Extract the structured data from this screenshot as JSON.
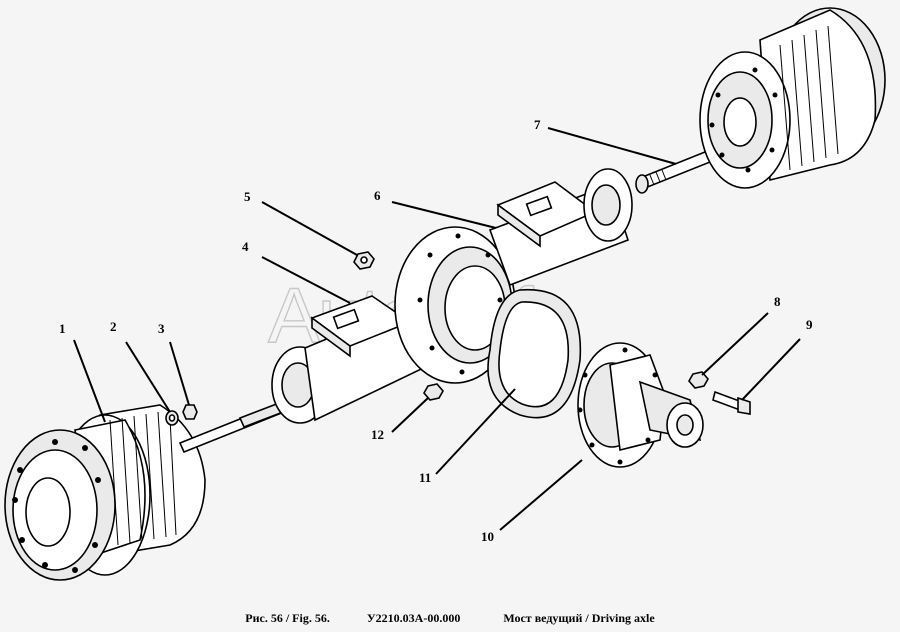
{
  "watermark": "AutoSoft",
  "callouts": [
    {
      "id": "1",
      "label": "1"
    },
    {
      "id": "2",
      "label": "2"
    },
    {
      "id": "3",
      "label": "3"
    },
    {
      "id": "4",
      "label": "4"
    },
    {
      "id": "5",
      "label": "5"
    },
    {
      "id": "6",
      "label": "6"
    },
    {
      "id": "7",
      "label": "7"
    },
    {
      "id": "8",
      "label": "8"
    },
    {
      "id": "9",
      "label": "9"
    },
    {
      "id": "10",
      "label": "10"
    },
    {
      "id": "11",
      "label": "11"
    },
    {
      "id": "12",
      "label": "12"
    }
  ],
  "caption": {
    "figure": "Рис. 56 / Fig. 56.",
    "part_number": "У2210.03А-00.000",
    "title": "Мост ведущий / Driving axle"
  }
}
